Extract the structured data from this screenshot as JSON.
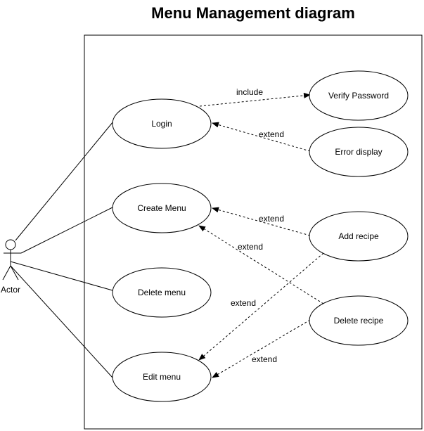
{
  "title": "Menu Management diagram",
  "actor": {
    "label": "Actor"
  },
  "use_cases": {
    "login": "Login",
    "create_menu": "Create Menu",
    "delete_menu": "Delete menu",
    "edit_menu": "Edit menu",
    "verify_password": "Verify Password",
    "error_display": "Error display",
    "add_recipe": "Add recipe",
    "delete_recipe": "Delete recipe"
  },
  "relations": {
    "include_login_verify": "include",
    "extend_error_login": "extend",
    "extend_add_create": "extend",
    "extend_delete_create": "extend",
    "extend_add_edit": "extend",
    "extend_delete_edit": "extend"
  }
}
